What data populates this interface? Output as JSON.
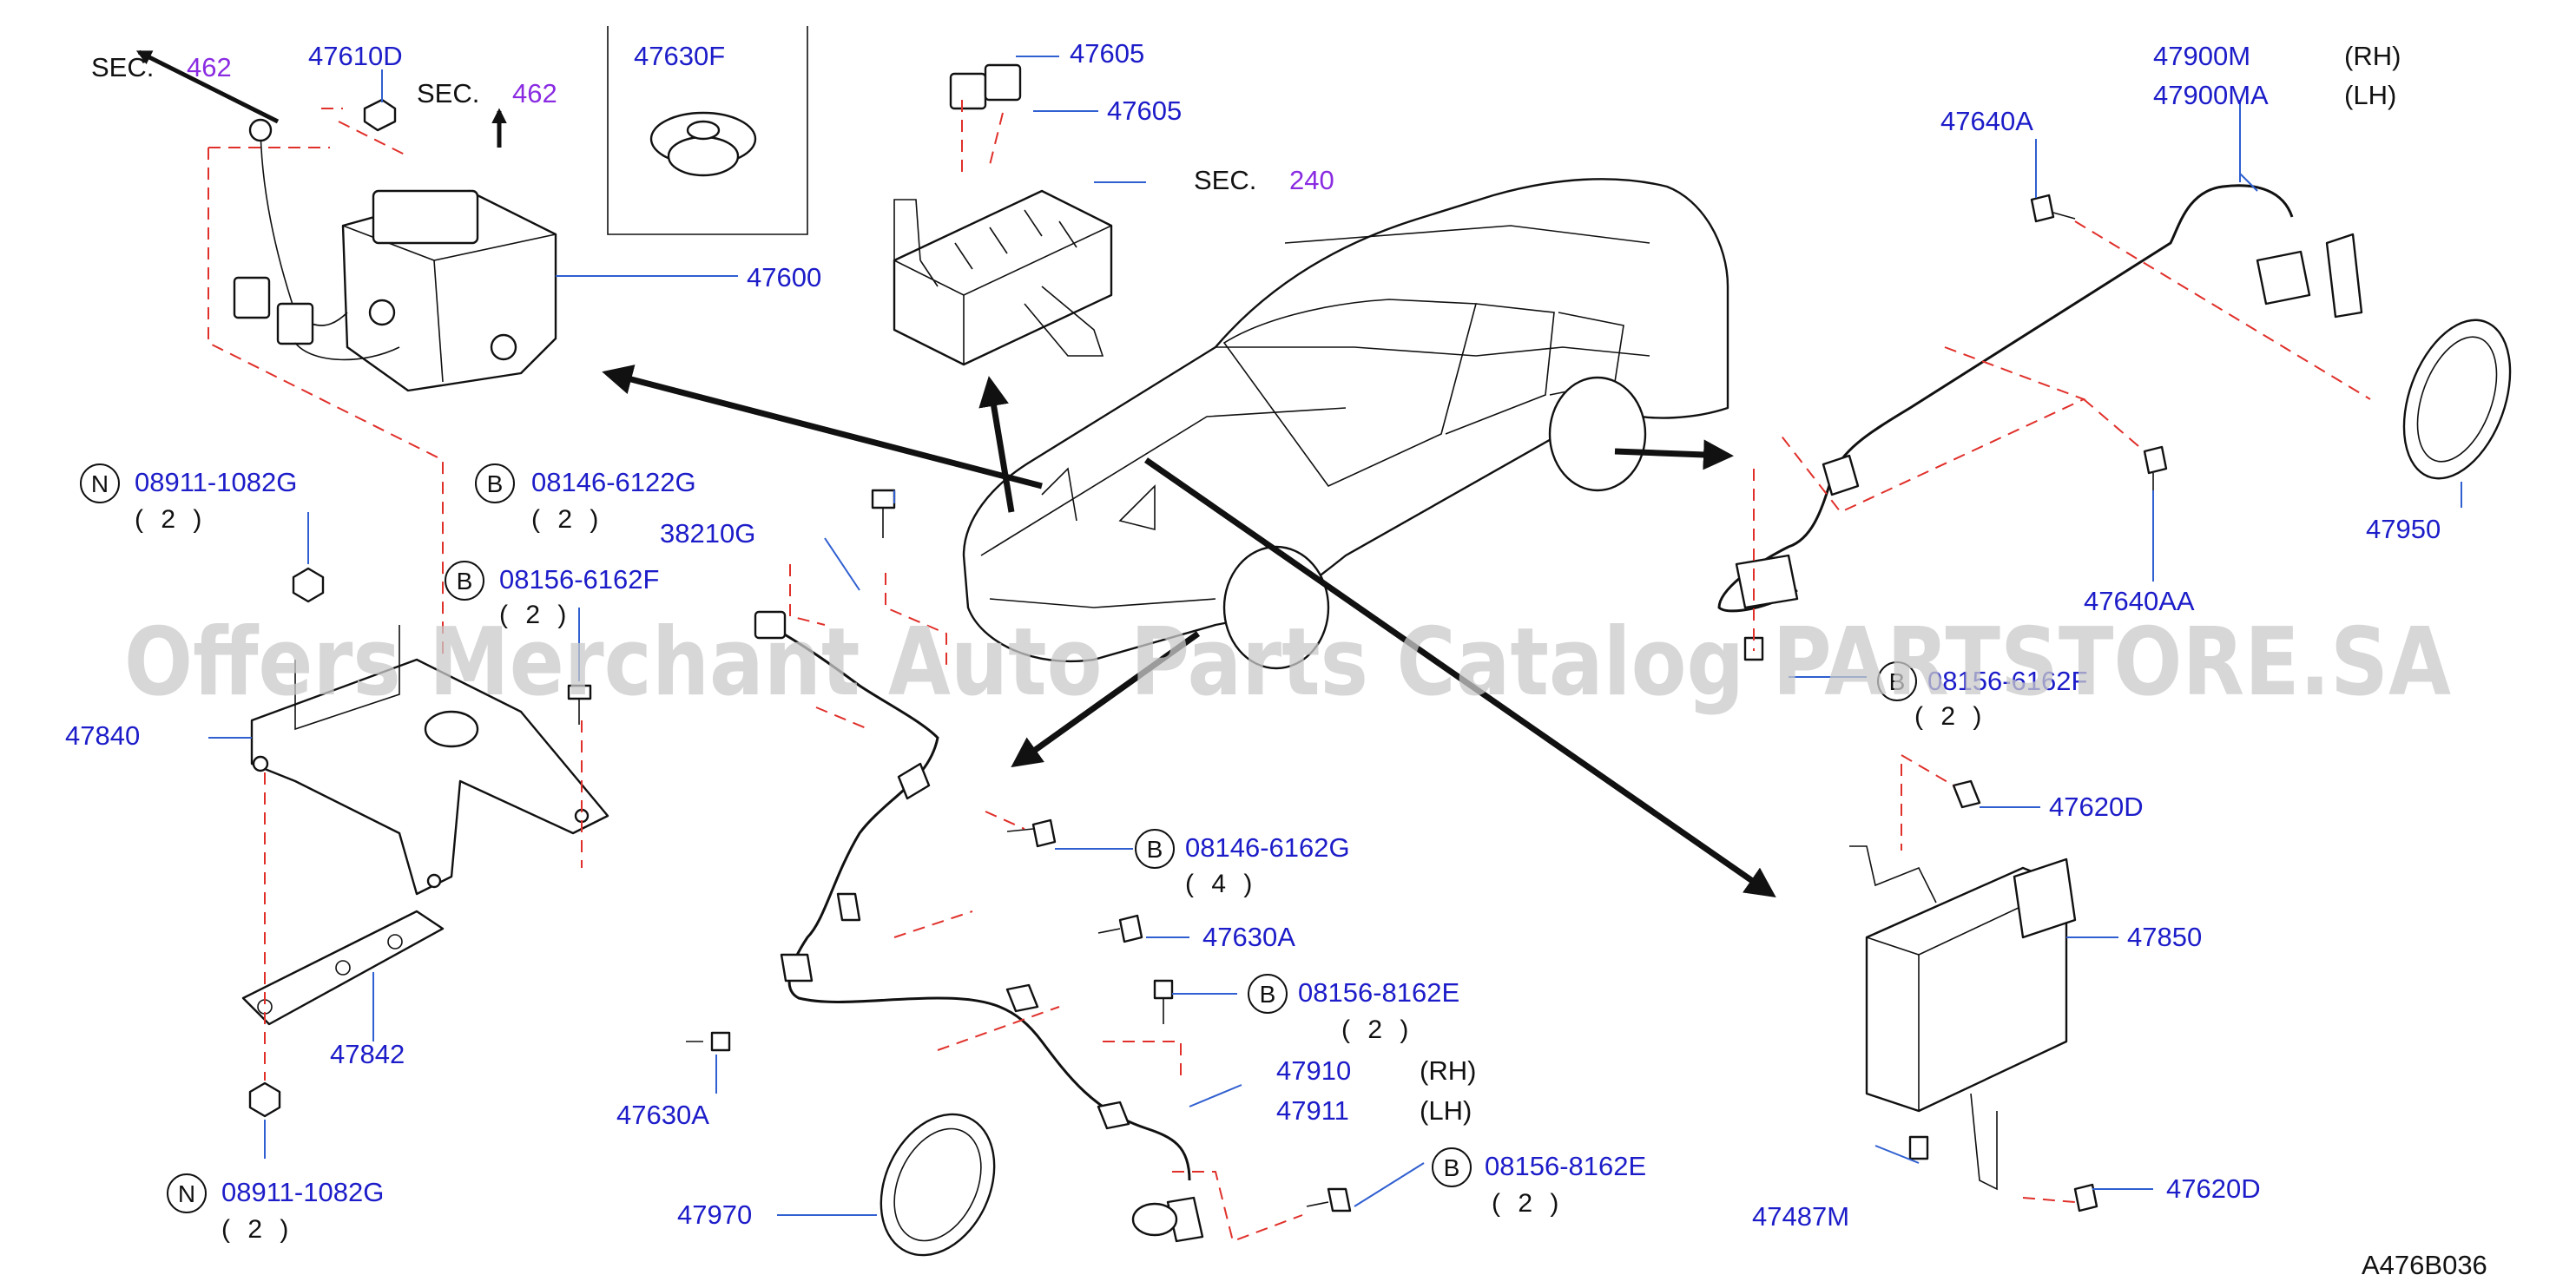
{
  "diagram": {
    "watermark": "Offers Merchant Auto Parts Catalog PARTSTORE.SA",
    "code": "A476B036",
    "symbols": {
      "n": "N",
      "b": "B"
    },
    "sections": [
      {
        "label": "SEC.",
        "number": "462"
      },
      {
        "label": "SEC.",
        "number": "462"
      },
      {
        "label": "SEC.",
        "number": "240"
      }
    ],
    "parts": {
      "p47610D": "47610D",
      "p47630F": "47630F",
      "p47605a": "47605",
      "p47605b": "47605",
      "p47600": "47600",
      "p47900M": "47900M",
      "p47900MA": "47900MA",
      "p47640A": "47640A",
      "p47950": "47950",
      "p47640AA": "47640AA",
      "p08911top": "08911-1082G",
      "p08146_6122G": "08146-6122G",
      "p38210G": "38210G",
      "p08156_6162F_left": "08156-6162F",
      "p47840": "47840",
      "p08156_6162F_right": "08156-6162F",
      "p47620D_top": "47620D",
      "p08146_6162G": "08146-6162G",
      "p47630A_top": "47630A",
      "p08156_8162E_top": "08156-8162E",
      "p47850": "47850",
      "p47910": "47910",
      "p47911": "47911",
      "p08156_8162E_bot": "08156-8162E",
      "p47842": "47842",
      "p47630A_bot": "47630A",
      "p08911bot": "08911-1082G",
      "p47970": "47970",
      "p47487M": "47487M",
      "p47620D_bot": "47620D"
    },
    "side": {
      "rh1": "(RH)",
      "lh1": "(LH)",
      "rh2": "(RH)",
      "lh2": "(LH)"
    },
    "quantities": {
      "q08911top": "( 2 )",
      "q08146_6122G": "( 2 )",
      "q08156_6162F_left": "( 2 )",
      "q08156_6162F_right": "( 2 )",
      "q08146_6162G": "( 4 )",
      "q08156_8162E_top": "( 2 )",
      "q08156_8162E_bot": "( 2 )",
      "q08911bot": "( 2 )"
    }
  }
}
